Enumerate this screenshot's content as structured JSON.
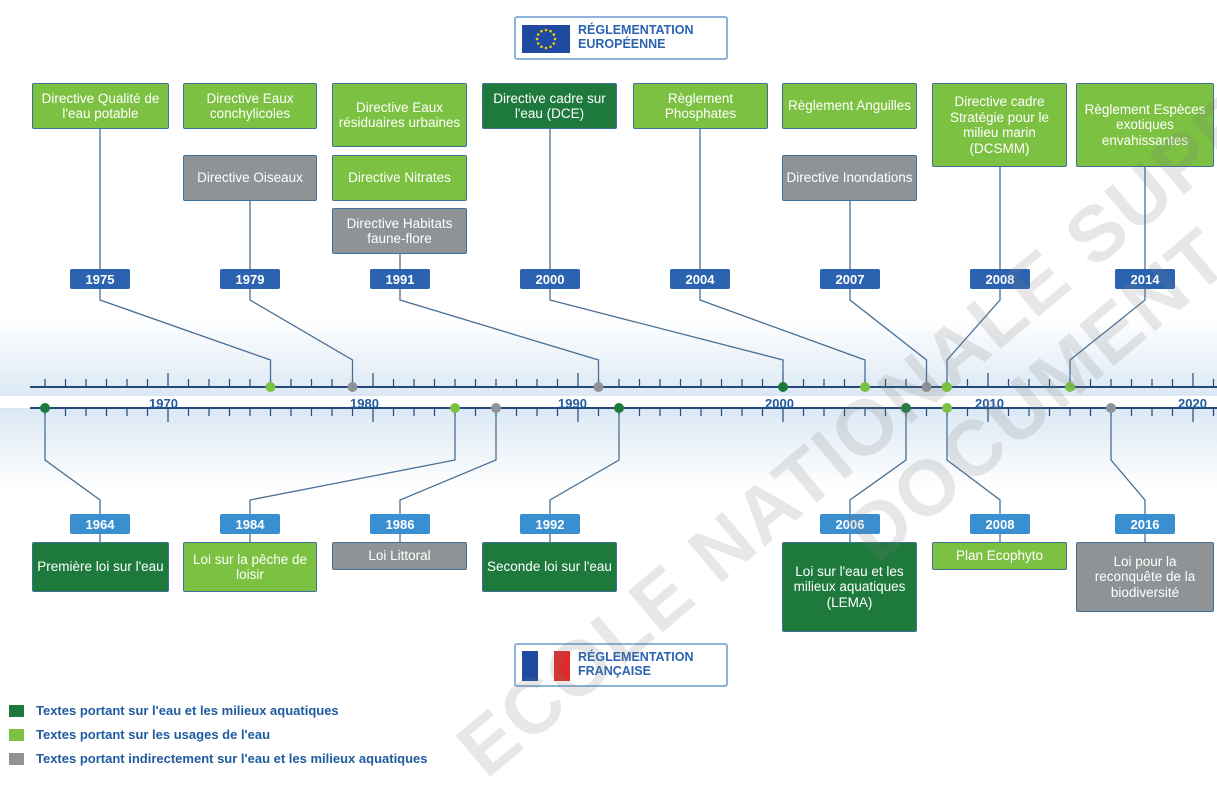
{
  "colors": {
    "dark_green": "#1e7a3c",
    "light_green": "#7dc142",
    "grey": "#8f9396",
    "eu_year": "#2c63b1",
    "fr_year": "#3a8fd1",
    "axis": "#234a78"
  },
  "eu_header": {
    "line1": "RÉGLEMENTATION",
    "line2": "EUROPÉENNE",
    "icon": "eu-flag-icon"
  },
  "fr_header": {
    "line1": "RÉGLEMENTATION",
    "line2": "FRANÇAISE",
    "icon": "french-flag-icon"
  },
  "axis_labels": [
    "1970",
    "1980",
    "1990",
    "2000",
    "2010",
    "2020"
  ],
  "eu_items": [
    {
      "year": "1975",
      "label": "Directive Qualité de l'eau potable",
      "category": "light_green"
    },
    {
      "year": "1979",
      "label": "Directive Eaux conchylicoles",
      "category": "light_green"
    },
    {
      "year": "1979",
      "label": "Directive Oiseaux",
      "category": "grey"
    },
    {
      "year": "1991",
      "label": "Directive Eaux résiduaires urbaines",
      "category": "light_green"
    },
    {
      "year": "1991",
      "label": "Directive Nitrates",
      "category": "light_green"
    },
    {
      "year": "1991",
      "label": "Directive Habitats faune-flore",
      "category": "grey"
    },
    {
      "year": "2000",
      "label": "Directive cadre sur l'eau (DCE)",
      "category": "dark_green"
    },
    {
      "year": "2004",
      "label": "Règlement Phosphates",
      "category": "light_green"
    },
    {
      "year": "2007",
      "label": "Règlement Anguilles",
      "category": "light_green"
    },
    {
      "year": "2007",
      "label": "Directive Inondations",
      "category": "grey"
    },
    {
      "year": "2008",
      "label": "Directive cadre Stratégie pour le milieu marin (DCSMM)",
      "category": "light_green"
    },
    {
      "year": "2014",
      "label": "Règlement Espèces exotiques envahissantes",
      "category": "light_green"
    }
  ],
  "fr_items": [
    {
      "year": "1964",
      "label": "Première loi sur l'eau",
      "category": "dark_green"
    },
    {
      "year": "1984",
      "label": "Loi sur la pêche de loisir",
      "category": "light_green"
    },
    {
      "year": "1986",
      "label": "Loi Littoral",
      "category": "grey"
    },
    {
      "year": "1992",
      "label": "Seconde loi sur l'eau",
      "category": "dark_green"
    },
    {
      "year": "2006",
      "label": "Loi sur l'eau et les milieux aquatiques (LEMA)",
      "category": "dark_green"
    },
    {
      "year": "2008",
      "label": "Plan Ecophyto",
      "category": "light_green"
    },
    {
      "year": "2016",
      "label": "Loi pour la reconquête de la biodiversité",
      "category": "grey"
    }
  ],
  "legend": [
    {
      "label": "Textes portant sur l'eau et les milieux aquatiques",
      "category": "dark_green"
    },
    {
      "label": "Textes portant sur les usages de l'eau",
      "category": "light_green"
    },
    {
      "label": "Textes portant indirectement sur l'eau et les milieux aquatiques",
      "category": "grey"
    }
  ],
  "watermark": {
    "line1": "ECOLE NATIONALE SUPERIEURE",
    "line2": "DOCUMENT"
  }
}
